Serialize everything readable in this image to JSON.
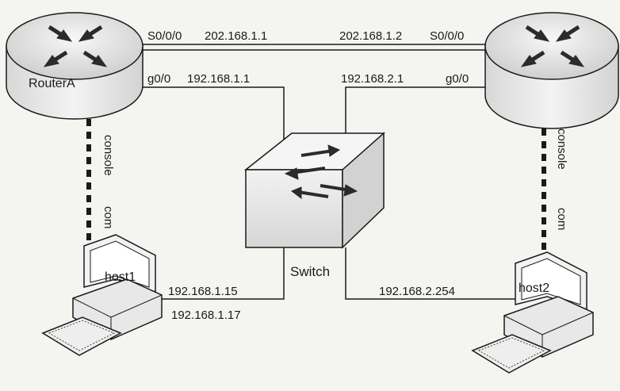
{
  "devices": {
    "router_a": {
      "name": "RouterA"
    },
    "router_b": {
      "name": ""
    },
    "switch": {
      "name": "Switch"
    },
    "host1": {
      "name": "host1"
    },
    "host2": {
      "name": "host2"
    }
  },
  "links": {
    "serial": {
      "router_a_port": "S0/0/0",
      "router_a_ip": "202.168.1.1",
      "router_b_ip": "202.168.1.2",
      "router_b_port": "S0/0/0"
    },
    "router_a_lan": {
      "port": "g0/0",
      "ip": "192.168.1.1"
    },
    "router_b_lan": {
      "ip": "192.168.2.1",
      "port": "g0/0"
    },
    "host1_lan": {
      "ip_a": "192.168.1.15",
      "ip_b": "192.168.1.17"
    },
    "host2_lan": {
      "ip": "192.168.2.254"
    },
    "console_a": {
      "console_label": "console",
      "com_label": "com"
    },
    "console_b": {
      "console_label": "console",
      "com_label": "com"
    }
  },
  "colors": {
    "line": "#1a1a1a",
    "router_body": "#efefef",
    "router_top": "#dcdcdc",
    "switch_body": "#e6e6e6",
    "arrow": "#2b2b2b"
  }
}
